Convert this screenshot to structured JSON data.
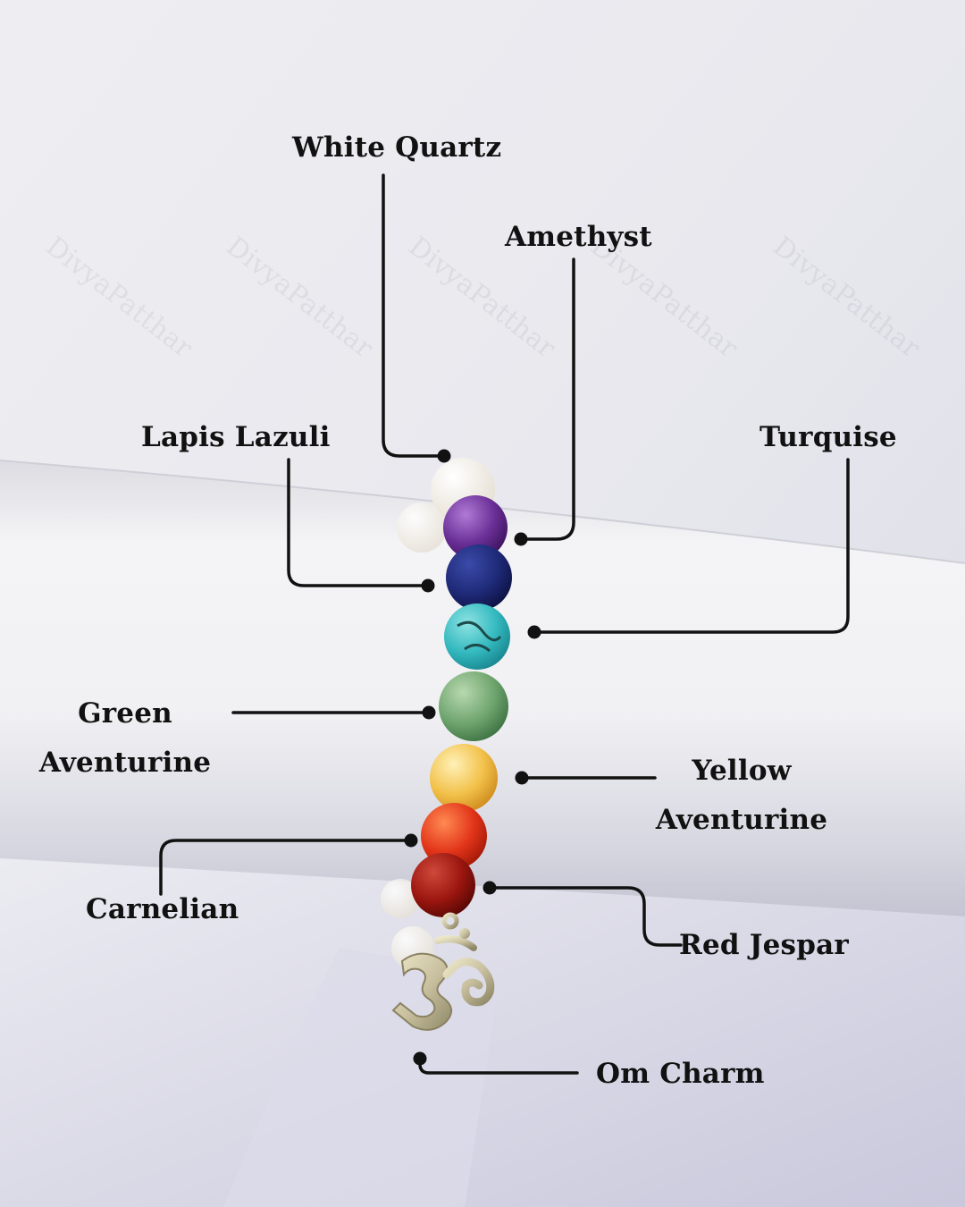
{
  "labels": {
    "white_quartz": "White Quartz",
    "amethyst": "Amethyst",
    "lapis_lazuli": "Lapis Lazuli",
    "turquise": "Turquise",
    "green_aventurine_1": "Green",
    "green_aventurine_2": "Aventurine",
    "yellow_aventurine_1": "Yellow",
    "yellow_aventurine_2": "Aventurine",
    "carnelian": "Carnelian",
    "red_jespar": "Red Jespar",
    "om_charm": "Om Charm"
  },
  "watermark": "DivyaPatthar",
  "colors": {
    "white_quartz": "#f1ede6",
    "amethyst": "#6a2f96",
    "lapis_lazuli": "#1f2a78",
    "turquise": "#33b9bf",
    "green_aventurine": "#6fa56e",
    "yellow_aventurine": "#f2c14a",
    "carnelian": "#e2351a",
    "red_jespar": "#9a160f",
    "om_charm": "#c9c1a0",
    "leader_line": "#111111"
  }
}
